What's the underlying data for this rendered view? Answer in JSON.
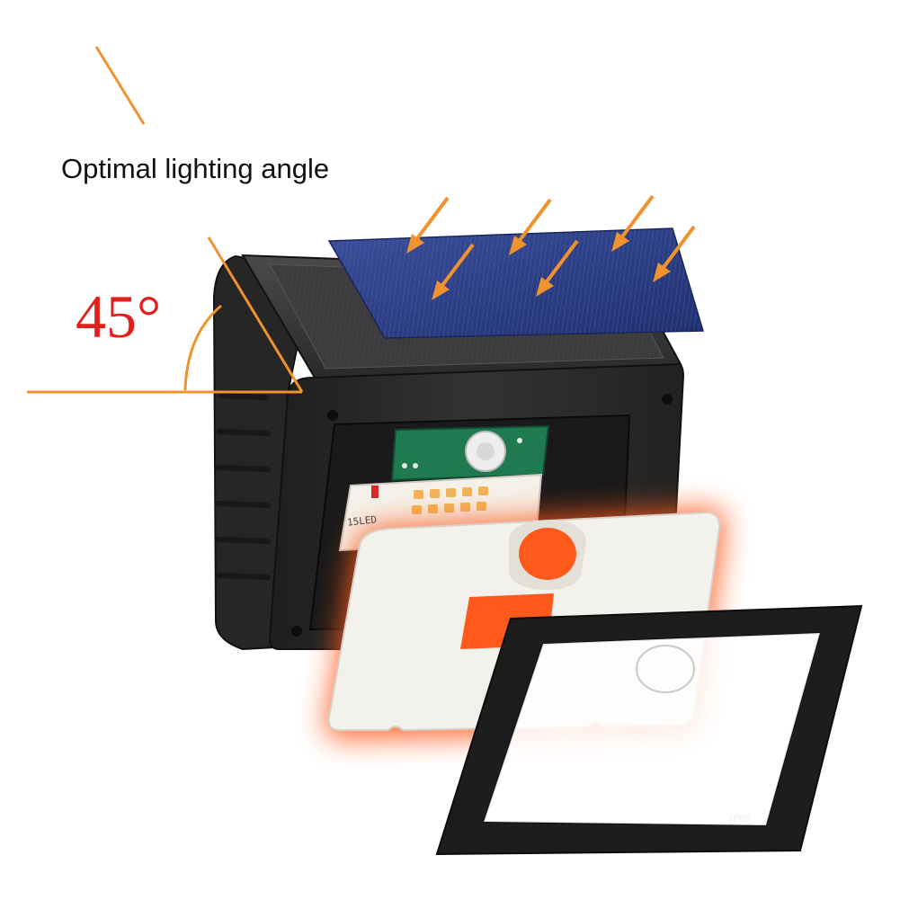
{
  "texts": {
    "caption": "Optimal lighting angle",
    "angle": "45°",
    "led_label": "15LED",
    "rating": "IP65"
  },
  "colors": {
    "accent_orange": "#f0922e",
    "angle_red": "#e0201c",
    "panel_blue": "#2a3d86",
    "body_dark": "#2b2b2b",
    "glow": "#ff5a1c"
  },
  "icons": {
    "sun_rays": "arrow-icon",
    "motion_sensor": "pir-sensor-icon"
  }
}
